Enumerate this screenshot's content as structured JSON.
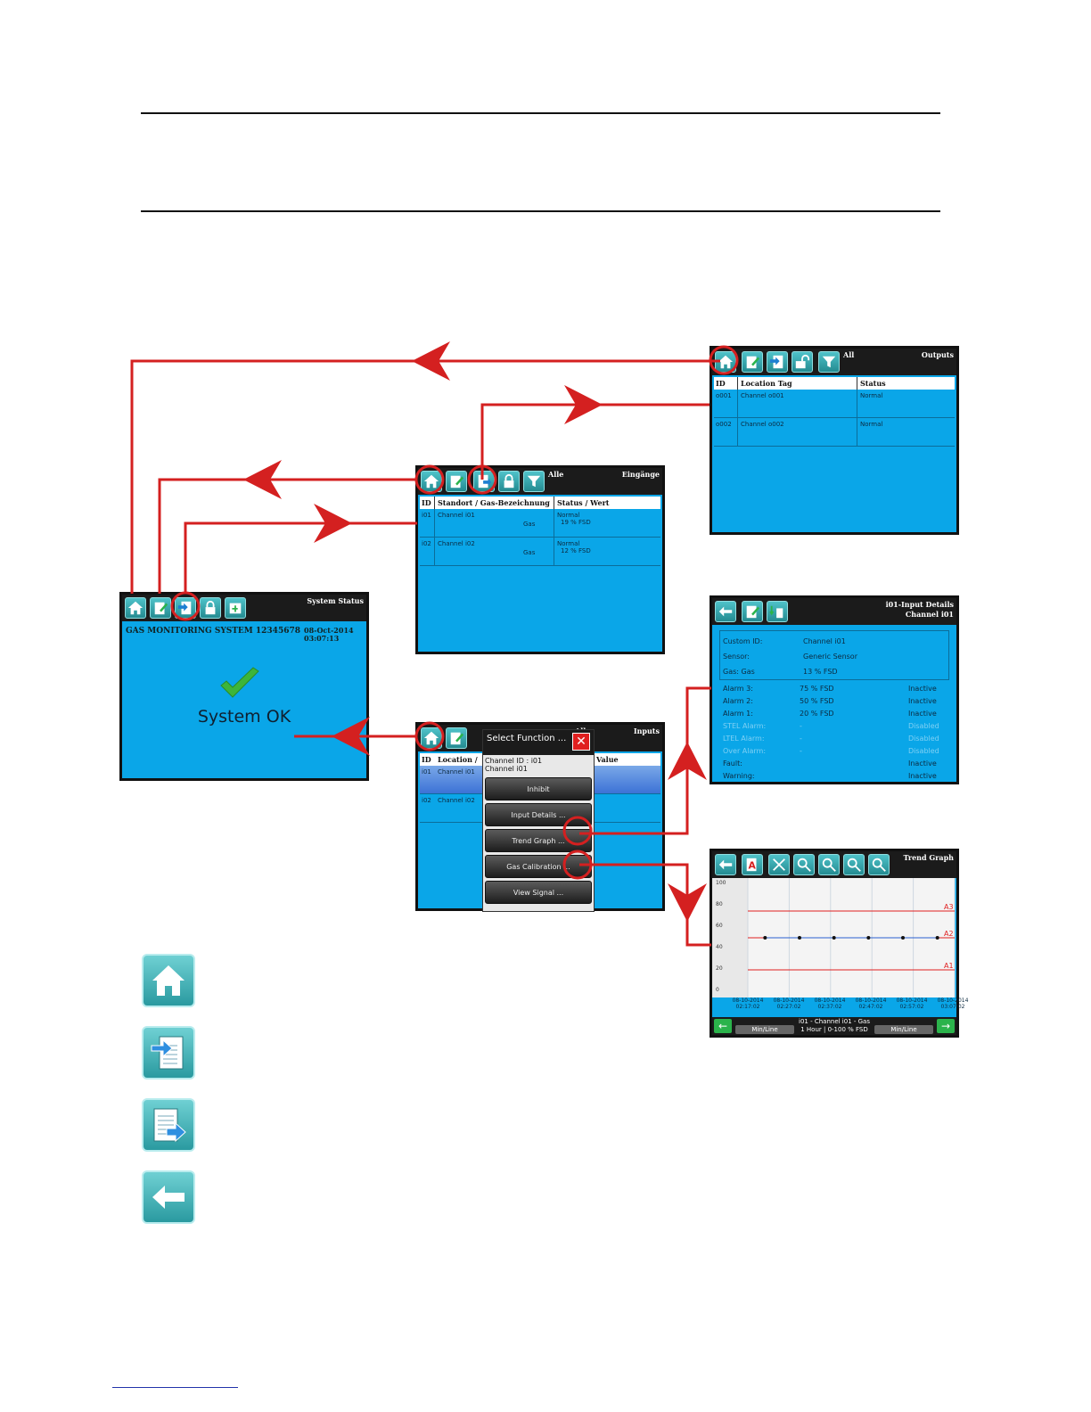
{
  "colors": {
    "screen_bg": "#0aa6e8",
    "toolbar_bg": "#1b1b1b",
    "arrow": "#d42020",
    "check": "#3db53a",
    "icon": "#2a9aa0"
  },
  "system_status": {
    "title": "System Status",
    "system_name": "GAS MONITORING SYSTEM 12345678",
    "date": "08-Oct-2014",
    "time": "03:07:13",
    "status": "System OK",
    "icons": [
      "home-icon",
      "edit-icon",
      "page-forward-icon",
      "lock-icon",
      "export-icon"
    ]
  },
  "inputs_de": {
    "filter": "Alle",
    "title": "Eingänge",
    "headers": [
      "ID",
      "Standort / Gas-Bezeichnung",
      "Status / Wert"
    ],
    "rows": [
      {
        "id": "i01",
        "location": "Channel i01",
        "gas": "Gas",
        "status": "Normal",
        "value": "19 % FSD"
      },
      {
        "id": "i02",
        "location": "Channel i02",
        "gas": "Gas",
        "status": "Normal",
        "value": "12 % FSD"
      }
    ]
  },
  "outputs": {
    "filter": "All",
    "title": "Outputs",
    "headers": [
      "ID",
      "Location Tag",
      "Status"
    ],
    "rows": [
      {
        "id": "o001",
        "location": "Channel o001",
        "status": "Normal"
      },
      {
        "id": "o002",
        "location": "Channel o002",
        "status": "Normal"
      }
    ]
  },
  "inputs_menu": {
    "filter": "All",
    "title": "Inputs",
    "headers": [
      "ID",
      "Location /",
      "Value"
    ],
    "rows": [
      {
        "id": "i01",
        "location": "Channel i01"
      },
      {
        "id": "i02",
        "location": "Channel i02"
      }
    ],
    "dialog": {
      "title": "Select Function ...",
      "channel_id": "Channel ID : i01",
      "channel_name": "Channel i01",
      "buttons": [
        "Inhibit",
        "Input Details ...",
        "Trend Graph ...",
        "Gas Calibration ...",
        "View Signal ..."
      ]
    }
  },
  "input_details": {
    "title_line1": "i01-Input Details",
    "title_line2": "Channel i01",
    "info": [
      {
        "label": "Custom ID:",
        "value": "Channel i01"
      },
      {
        "label": "Sensor:",
        "value": "Generic Sensor"
      },
      {
        "label": "Gas: Gas",
        "value": "13 % FSD"
      }
    ],
    "alarms": [
      {
        "label": "Alarm 3:",
        "value": "75 % FSD",
        "state": "Inactive",
        "dim": false
      },
      {
        "label": "Alarm 2:",
        "value": "50 % FSD",
        "state": "Inactive",
        "dim": false
      },
      {
        "label": "Alarm 1:",
        "value": "20 % FSD",
        "state": "Inactive",
        "dim": false
      },
      {
        "label": "STEL Alarm:",
        "value": "-",
        "state": "Disabled",
        "dim": true
      },
      {
        "label": "LTEL Alarm:",
        "value": "-",
        "state": "Disabled",
        "dim": true
      },
      {
        "label": "Over Alarm:",
        "value": "-",
        "state": "Disabled",
        "dim": true
      },
      {
        "label": "Fault:",
        "value": "",
        "state": "Inactive",
        "dim": false
      },
      {
        "label": "Warning:",
        "value": "",
        "state": "Inactive",
        "dim": false
      }
    ]
  },
  "trend_graph": {
    "title": "Trend Graph",
    "caption_line1": "i01 - Channel i01 - Gas",
    "caption_line2": "1 Hour | 0-100 % FSD",
    "min_label": "Min/Line",
    "max_label": "Min/Line",
    "x_labels": [
      [
        "08-10-2014",
        "02:17:02"
      ],
      [
        "08-10-2014",
        "02:27:02"
      ],
      [
        "08-10-2014",
        "02:37:02"
      ],
      [
        "08-10-2014",
        "02:47:02"
      ],
      [
        "08-10-2014",
        "02:57:02"
      ],
      [
        "08-10-2014",
        "03:07:02"
      ]
    ],
    "y_ticks": [
      "100",
      "80",
      "60",
      "40",
      "20",
      "0"
    ],
    "thresholds": [
      {
        "name": "A3",
        "value": 75
      },
      {
        "name": "A2",
        "value": 50
      },
      {
        "name": "A1",
        "value": 20
      }
    ]
  },
  "chart_data": {
    "type": "line",
    "title": "",
    "xlabel": "",
    "ylabel": "",
    "ylim": [
      0,
      100
    ],
    "x": [
      "02:17:02",
      "02:27:02",
      "02:37:02",
      "02:47:02",
      "02:57:02",
      "03:07:02"
    ],
    "series": [
      {
        "values": [
          50,
          50,
          50,
          50,
          50,
          50
        ]
      }
    ]
  },
  "legend_icons": [
    "home-icon",
    "page-forward-icon",
    "page-next-icon",
    "back-arrow-icon"
  ]
}
